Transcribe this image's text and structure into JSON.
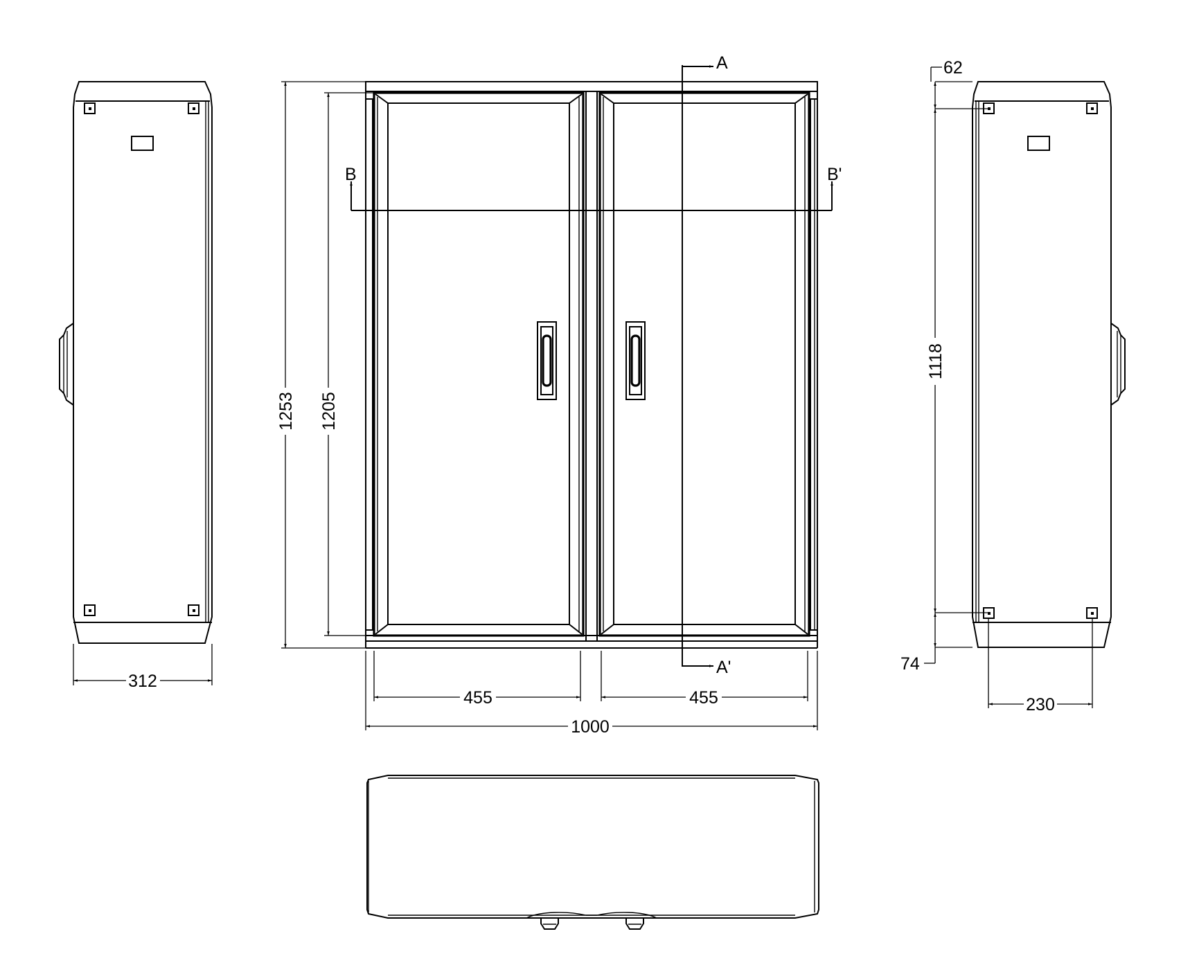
{
  "views": {
    "left_side": {
      "dimensions": {
        "width": "312"
      }
    },
    "front": {
      "dimensions": {
        "overall_height": "1253",
        "door_height": "1205",
        "left_door_width": "455",
        "right_door_width": "455",
        "overall_width": "1000"
      },
      "section_marks": {
        "a_top": "A",
        "a_bottom": "A'",
        "b_left": "B",
        "b_right": "B'"
      }
    },
    "right_side": {
      "dimensions": {
        "top_offset": "62",
        "hole_spacing_vertical": "1118",
        "bottom_offset": "74",
        "hole_spacing_horizontal": "230"
      }
    },
    "bottom": {}
  }
}
